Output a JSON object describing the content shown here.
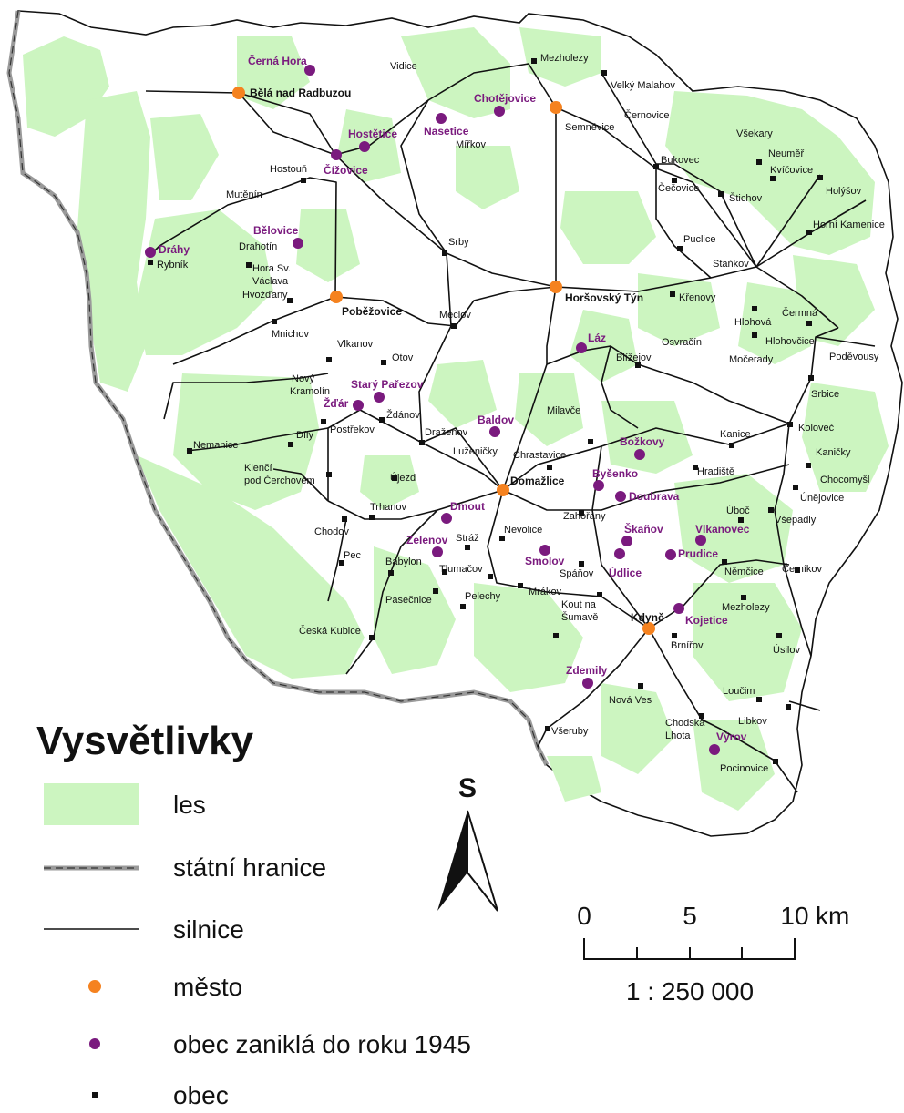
{
  "colors": {
    "forest": "#ccf5c0",
    "town": "#f5821f",
    "lost_village": "#7a1a7e",
    "village": "#111111",
    "road": "#111111",
    "border": "#9a9a9a"
  },
  "settlements": {
    "cerna_hora": "Černá Hora",
    "bela": "Bělá nad Radbuzou",
    "vidice": "Vidice",
    "mezholezy_n": "Mezholezy",
    "chotejovice": "Chotějovice",
    "velky_malahov": "Velký Malahov",
    "cernovice": "Černovice",
    "hostetice": "Hostětice",
    "nasetice": "Nasetice",
    "semnevice": "Semněvice",
    "mirkov": "Mířkov",
    "vsekary": "Všekary",
    "neumer": "Neuměř",
    "hostoun": "Hostouň",
    "cizovice": "Čížovice",
    "bukovec": "Bukovec",
    "kvicovice": "Kvíčovice",
    "cecovice": "Čečovice",
    "holysov": "Holýšov",
    "muteni": "Mutěnín",
    "stichov": "Štichov",
    "belovice": "Bělovice",
    "horni_kamenice": "Horní Kamenice",
    "drahy": "Dráhy",
    "drahotin": "Drahotín",
    "rybnik": "Rybník",
    "srby": "Srby",
    "puclice": "Puclice",
    "hora_sv_1": "Hora Sv.",
    "hora_sv_2": "Václava",
    "stankov": "Staňkov",
    "hvozdany": "Hvožďany",
    "horsovsky_tyn": "Horšovský Týn",
    "krenovy": "Křenovy",
    "pobezovice": "Poběžovice",
    "meclov": "Meclov",
    "hlohova": "Hlohová",
    "cermna": "Čermná",
    "mnichov": "Mnichov",
    "laz": "Láz",
    "osvracin": "Osvračín",
    "hlohovcice": "Hlohovčice",
    "vlkanov": "Vlkanov",
    "otov": "Otov",
    "blizejov": "Blížejov",
    "mocerady": "Močerady",
    "podevousy": "Poděvousy",
    "novy_1": "Nový",
    "novy_2": "Kramolín",
    "stary_parezov": "Starý Pařezov",
    "srbice": "Srbice",
    "zdar": "Žďár",
    "zdanov": "Ždánov",
    "baldov": "Baldov",
    "milavce": "Milavče",
    "kanice": "Kanice",
    "kolovec": "Koloveč",
    "postrekov": "Postřekov",
    "drazenov": "Draženov",
    "dily": "Díly",
    "luzenicky": "Luženičky",
    "bozkovy": "Božkovy",
    "nemanice": "Nemanice",
    "chrastavice": "Chrastavice",
    "kanicky": "Kaničky",
    "klenci_1": "Klenčí",
    "klenci_2": "pod Čerchovem",
    "ujezd": "Újezd",
    "domazlice": "Domažlice",
    "hradiste": "Hradiště",
    "chocomysl": "Chocomyšl",
    "bysenko": "Byšenko",
    "unejovice": "Únějovice",
    "trhanov": "Trhanov",
    "dmout": "Dmout",
    "zahorany": "Zahořany",
    "doubrava": "Doubrava",
    "uboc": "Úboč",
    "chodov": "Chodov",
    "nevolice": "Nevolice",
    "vsepadly": "Všepadly",
    "skanov": "Škaňov",
    "vlkanovec": "Vlkanovec",
    "zelenov": "Zelenov",
    "straz": "Stráž",
    "pec": "Pec",
    "smolov": "Smolov",
    "prudice": "Prudice",
    "babylon": "Babylon",
    "tlumacov": "Tlumačov",
    "spanov": "Spáňov",
    "nemcice": "Němčice",
    "cernikov": "Černíkov",
    "udlice": "Údlice",
    "pasecnice": "Pasečnice",
    "pelechy": "Pelechy",
    "mrakov": "Mrákov",
    "mezholezy_s": "Mezholezy",
    "kout_1": "Kout na",
    "kout_2": "Šumavě",
    "kydne": "Kdyně",
    "kojetice": "Kojetice",
    "ceska_kubice": "Česká Kubice",
    "brnirov": "Brnířov",
    "usilov": "Úsilov",
    "zdemily": "Zdemily",
    "locim": "Loučim",
    "nova_ves": "Nová Ves",
    "libkov": "Libkov",
    "vseruby": "Všeruby",
    "chodska_1": "Chodská",
    "chodska_2": "Lhota",
    "vyrov": "Výrov",
    "pocinovice": "Pocinovice"
  },
  "north_arrow": {
    "label": "S"
  },
  "scale_bar": {
    "ticks": [
      "0",
      "5",
      "10"
    ],
    "unit": "km",
    "ratio": "1 : 250 000"
  },
  "legend": {
    "title": "Vysvětlivky",
    "items": [
      {
        "label": "les",
        "symbol": "forest-swatch"
      },
      {
        "label": "státní hranice",
        "symbol": "border-line"
      },
      {
        "label": "silnice",
        "symbol": "road-line"
      },
      {
        "label": "město",
        "symbol": "orange-dot"
      },
      {
        "label": "obec zaniklá do roku 1945",
        "symbol": "purple-dot"
      },
      {
        "label": "obec",
        "symbol": "black-square"
      }
    ]
  }
}
